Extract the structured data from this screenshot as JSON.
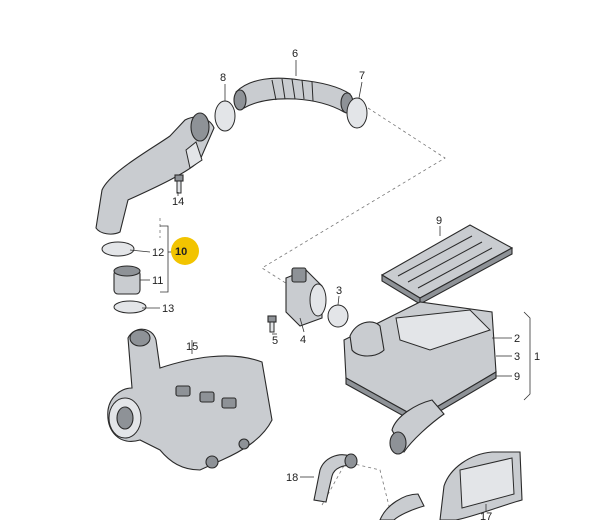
{
  "labels": {
    "l1": "1",
    "l2": "2",
    "l3a": "3",
    "l3b": "3",
    "l4": "4",
    "l5": "5",
    "l6": "6",
    "l7": "7",
    "l8": "8",
    "l9a": "9",
    "l9b": "9",
    "l10": "10",
    "l11": "11",
    "l12": "12",
    "l13": "13",
    "l14": "14",
    "l15": "15",
    "l17": "17",
    "l18": "18"
  },
  "highlight_color": "#f2c400"
}
